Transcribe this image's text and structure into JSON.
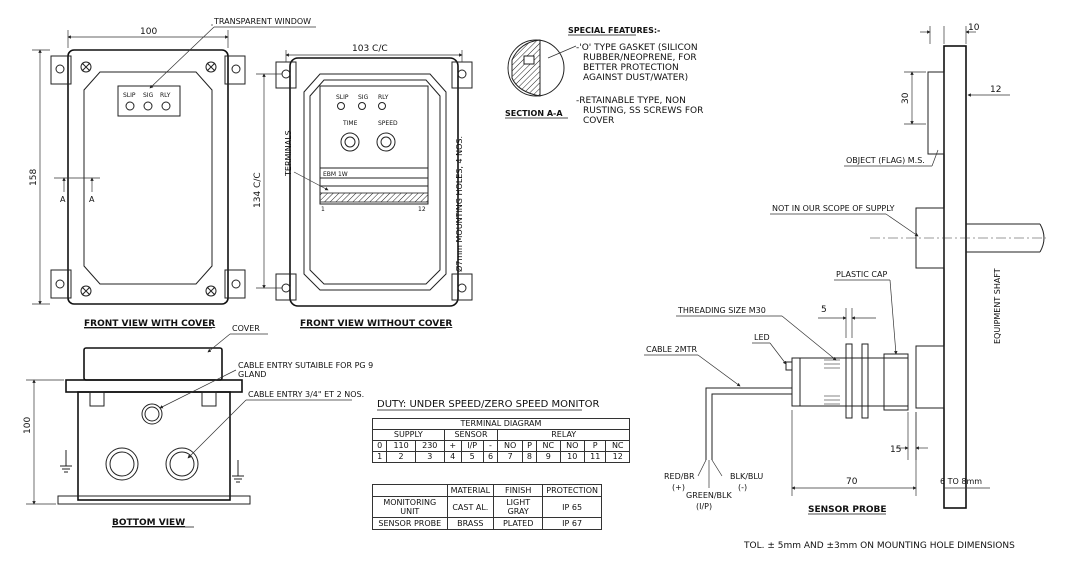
{
  "dims": {
    "width_100": "100",
    "cc_103": "103 C/C",
    "height_158": "158",
    "cc_134": "134 C/C",
    "bottom_100": "100",
    "d10": "10",
    "d30": "30",
    "d12": "12",
    "d5": "5",
    "d15": "15",
    "d70": "70",
    "d6to8": "6 TO 8mm"
  },
  "labels": {
    "transparent_window": "TRANSPARENT WINDOW",
    "terminals": "TERMINALS",
    "mounting_holes": "Ø7mm MOUNTING HOLES, 4 NOS.",
    "section_a": "A",
    "cover": "COVER",
    "cable_entry_pg9_l1": "CABLE ENTRY SUTAIBLE FOR PG 9",
    "cable_entry_pg9_l2": "GLAND",
    "cable_entry_34": "CABLE ENTRY 3/4\" ET 2 NOS.",
    "object_flag": "OBJECT (FLAG) M.S.",
    "not_in_scope": "NOT IN OUR SCOPE OF SUPPLY",
    "plastic_cap": "PLASTIC CAP",
    "threading": "THREADING SIZE M30",
    "led": "LED",
    "cable": "CABLE 2MTR",
    "equipment_shaft": "EQUIPMENT SHAFT",
    "red_br_l1": "RED/BR",
    "red_br_l2": "(+)",
    "green_blk_l1": "GREEN/BLK",
    "green_blk_l2": "(I/P)",
    "blk_blu_l1": "BLK/BLU",
    "blk_blu_l2": "(-)",
    "panel_slip": "SLIP",
    "panel_sig": "SIG",
    "panel_rly": "RLY",
    "panel_time": "TIME",
    "panel_speed": "SPEED",
    "panel_model": "EBM 1W",
    "term_1": "1",
    "term_12": "12"
  },
  "titles": {
    "front_cover": "FRONT VIEW WITH COVER",
    "front_no_cover": "FRONT VIEW WITHOUT COVER",
    "section": "SECTION A-A",
    "bottom": "BOTTOM VIEW",
    "sensor_probe": "SENSOR PROBE",
    "duty": "DUTY: UNDER SPEED/ZERO SPEED MONITOR"
  },
  "special": {
    "heading": "SPECIAL FEATURES:-",
    "f1_l1": "-'O' TYPE GASKET (SILICON",
    "f1_l2": "RUBBER/NEOPRENE, FOR",
    "f1_l3": "BETTER PROTECTION",
    "f1_l4": "AGAINST DUST/WATER)",
    "f2_l1": "-RETAINABLE TYPE, NON",
    "f2_l2": "RUSTING, SS SCREWS FOR",
    "f2_l3": "COVER"
  },
  "terminal_table": {
    "title": "TERMINAL DIAGRAM",
    "groups": [
      "SUPPLY",
      "SENSOR",
      "RELAY"
    ],
    "labels": [
      "0",
      "110",
      "230",
      "+",
      "I/P",
      "-",
      "NO",
      "P",
      "NC",
      "NO",
      "P",
      "NC"
    ],
    "numbers": [
      "1",
      "2",
      "3",
      "4",
      "5",
      "6",
      "7",
      "8",
      "9",
      "10",
      "11",
      "12"
    ]
  },
  "material_table": {
    "headers": [
      "",
      "MATERIAL",
      "FINISH",
      "PROTECTION"
    ],
    "rows": [
      [
        "MONITORING UNIT",
        "CAST AL.",
        "LIGHT GRAY",
        "IP 65"
      ],
      [
        "SENSOR PROBE",
        "BRASS",
        "PLATED",
        "IP 67"
      ]
    ]
  },
  "tolerance": "TOL. ± 5mm AND ±3mm ON MOUNTING HOLE DIMENSIONS"
}
